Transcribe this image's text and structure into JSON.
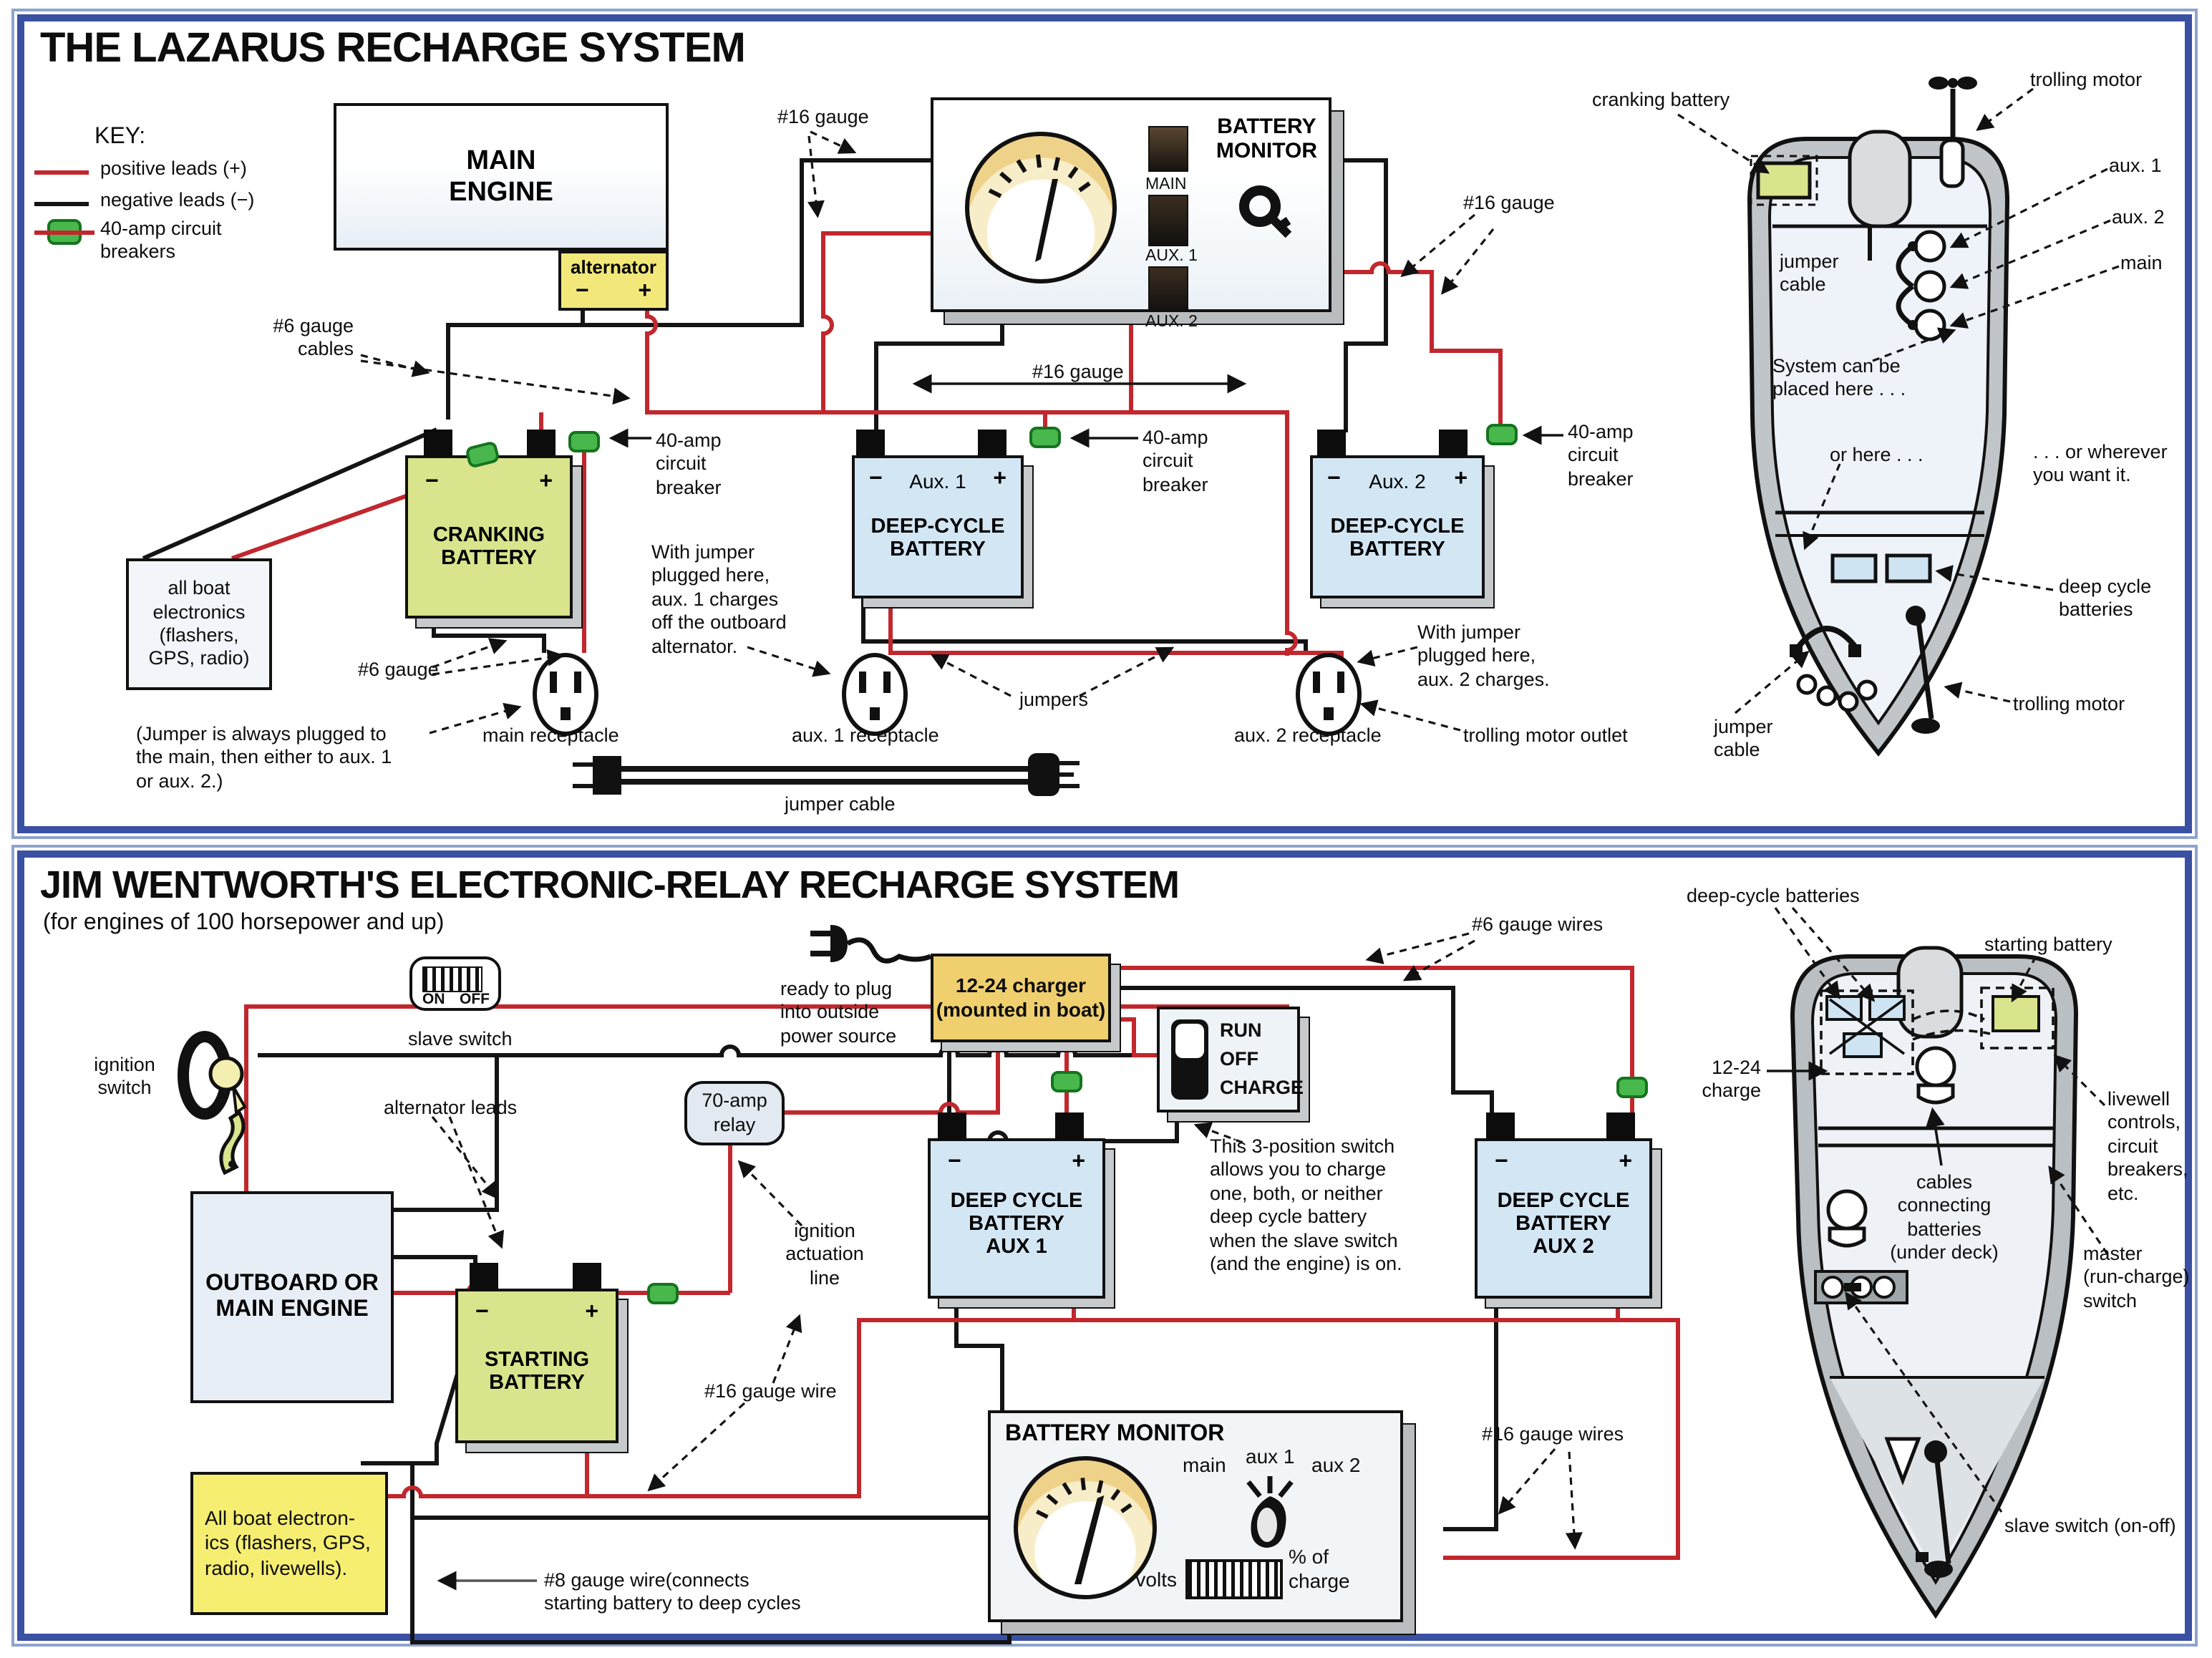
{
  "colors": {
    "frame_blue": "#3a50a2",
    "wire_positive": "#c1272d",
    "wire_negative": "#141414",
    "breaker_green": "#49b84c",
    "battery_cranking": "#d9e48c",
    "battery_deepcycle": "#d3e6f4",
    "alternator_yellow": "#f2e87a",
    "charger_yellow": "#f0cf6e",
    "electronics_yellow": "#f6ee71"
  },
  "sym": {
    "minus": "−",
    "plus": "+"
  },
  "top": {
    "title": "THE LAZARUS RECHARGE SYSTEM",
    "key": {
      "heading": "KEY:",
      "positive": "positive leads (+)",
      "negative": "negative leads (−)",
      "breakers": "40-amp circuit\nbreakers"
    },
    "engine": "MAIN\nENGINE",
    "alternator": "alternator",
    "monitor": {
      "title": "BATTERY\nMONITOR",
      "ch1": "MAIN",
      "ch2": "AUX. 1",
      "ch3": "AUX. 2"
    },
    "batteries": {
      "cranking": "CRANKING\nBATTERY",
      "aux1_tag": "Aux. 1",
      "aux1_name": "DEEP-CYCLE\nBATTERY",
      "aux2_tag": "Aux. 2",
      "aux2_name": "DEEP-CYCLE\nBATTERY"
    },
    "electronics": "all boat\nelectronics\n(flashers,\nGPS, radio)",
    "ann": {
      "g16": "#16 gauge",
      "g6cables": "#6 gauge\ncables",
      "g6": "#6 gauge",
      "brk40": "40-amp\ncircuit\nbreaker",
      "jumper_note": "(Jumper is always plugged to\nthe main, then either to aux. 1\nor aux. 2.)",
      "main_rec": "main receptacle",
      "aux1_note": "With jumper\nplugged here,\naux. 1 charges\noff the outboard\nalternator.",
      "aux1_rec": "aux. 1 receptacle",
      "jumpers": "jumpers",
      "aux2_rec": "aux. 2 receptacle",
      "aux2_note": "With jumper\nplugged here,\naux. 2 charges.",
      "troll_outlet": "trolling motor outlet",
      "jumper_cable": "jumper cable"
    },
    "boat": {
      "cranking": "cranking battery",
      "troll_top": "trolling motor",
      "aux1": "aux. 1",
      "aux2": "aux. 2",
      "main": "main",
      "jumper_cable": "jumper\ncable",
      "system": "System can be\nplaced here . . .",
      "or_here": "or here . . .",
      "wherever": ". . . or wherever\nyou want it.",
      "deep": "deep cycle\nbatteries",
      "troll_btm": "trolling motor",
      "jumper_btm": "jumper\ncable"
    }
  },
  "bottom": {
    "title": "JIM WENTWORTH'S ELECTRONIC-RELAY RECHARGE SYSTEM",
    "subtitle": "(for engines of 100 horsepower and up)",
    "ignition": "ignition\nswitch",
    "slave": {
      "on": "ON",
      "off": "OFF",
      "label": "slave switch"
    },
    "alt_leads": "alternator leads",
    "relay": "70-amp\nrelay",
    "ready": "ready to plug\ninto outside\npower source",
    "charger": "12-24 charger\n(mounted in boat)",
    "roc": {
      "run": "RUN",
      "off": "OFF",
      "charge": "CHARGE"
    },
    "g6wires": "#6 gauge wires",
    "switch_note": "This 3-position switch\nallows you to charge\none, both, or neither\ndeep cycle battery\nwhen the slave switch\n(and the engine) is on.",
    "ign_line": "ignition\nactuation\nline",
    "engine": "OUTBOARD OR\nMAIN ENGINE",
    "starting": "STARTING\nBATTERY",
    "aux1": "DEEP CYCLE\nBATTERY\nAUX 1",
    "aux2": "DEEP CYCLE\nBATTERY\nAUX 2",
    "g16wire": "#16 gauge wire",
    "electronics": "All boat electron-\nics (flashers, GPS,\nradio, livewells).",
    "g8": "#8 gauge wire(connects\nstarting battery to deep cycles",
    "monitor": {
      "title": "BATTERY MONITOR",
      "main": "main",
      "aux1": "aux 1",
      "aux2": "aux 2",
      "volts": "volts",
      "pct": "% of\ncharge"
    },
    "g16wires": "#16 gauge wires",
    "boat": {
      "deep": "deep-cycle batteries",
      "starting": "starting battery",
      "charge": "12-24\ncharge",
      "livewell": "livewell\ncontrols,\ncircuit\nbreakers,\netc.",
      "cables": "cables\nconnecting\nbatteries\n(under deck)",
      "master": "master\n(run-charge)\nswitch",
      "slave": "slave switch (on-off)"
    }
  }
}
